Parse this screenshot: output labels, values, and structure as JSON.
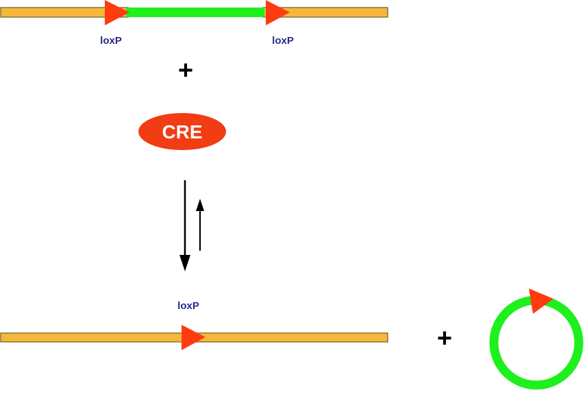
{
  "colors": {
    "dna_strand": "#f5b83a",
    "dna_outline": "#6b5a2a",
    "excised_segment": "#1ef01e",
    "loxp_site": "#ff3b0f",
    "cre_enzyme": "#f23c14",
    "label_text": "#2a2a8c",
    "arrow": "#000000"
  },
  "reaction": {
    "substrate": {
      "loxp_left_label": "loxP",
      "loxp_right_label": "loxP"
    },
    "plus_1": "+",
    "enzyme": {
      "label": "CRE"
    },
    "equilibrium": {
      "forward_arrow": "arrow-down",
      "reverse_arrow": "arrow-up"
    },
    "products": {
      "linear_loxp_label": "loxP",
      "plus_2": "+",
      "circle_icon": "circular-dna-with-loxp"
    }
  }
}
